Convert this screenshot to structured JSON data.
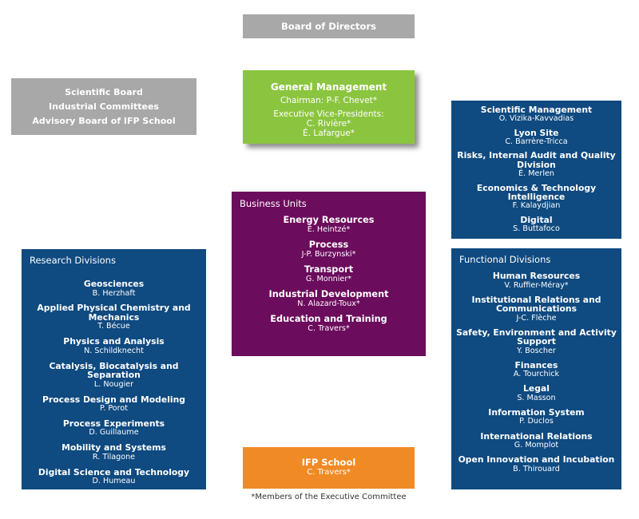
{
  "colors": {
    "gray": "#a8a8a8",
    "green": "#8bc53f",
    "purple": "#6b0c5c",
    "navy": "#0f4a80",
    "orange": "#f08a24"
  },
  "board": {
    "label": "Board of Directors"
  },
  "left_committees": {
    "lines": [
      "Scientific Board",
      "Industrial Committees",
      "Advisory Board of IFP School"
    ]
  },
  "general_management": {
    "title": "General Management",
    "chairman": "Chairman: P-F. Chevet*",
    "evp_label": "Executive Vice-Presidents:",
    "evp_1": "C. Rivière*",
    "evp_2": "É. Lafargue*"
  },
  "business_units": {
    "heading": "Business Units",
    "entries": [
      {
        "title": "Energy Resources",
        "person": "É. Heintzé*"
      },
      {
        "title": "Process",
        "person": "J-P. Burzynski*"
      },
      {
        "title": "Transport",
        "person": "G. Monnier*"
      },
      {
        "title": "Industrial Development",
        "person": "N. Alazard-Toux*"
      },
      {
        "title": "Education and Training",
        "person": "C. Travers*"
      }
    ]
  },
  "research_divisions": {
    "heading": "Research Divisions",
    "entries": [
      {
        "title": "Geosciences",
        "person": "B. Herzhaft"
      },
      {
        "title": "Applied Physical Chemistry and Mechanics",
        "person": "T. Bécue"
      },
      {
        "title": "Physics and Analysis",
        "person": "N. Schildknecht"
      },
      {
        "title": "Catalysis, Biocatalysis and Separation",
        "person": "L. Nougier"
      },
      {
        "title": "Process Design and Modeling",
        "person": "P. Porot"
      },
      {
        "title": "Process Experiments",
        "person": "D. Guillaume"
      },
      {
        "title": "Mobility and Systems",
        "person": "R. Tilagone"
      },
      {
        "title": "Digital Science and Technology",
        "person": "D. Humeau"
      }
    ]
  },
  "functional_divisions": {
    "heading": "Functional Divisions",
    "entries": [
      {
        "title": "Human Resources",
        "person": "V. Ruffier-Méray*"
      },
      {
        "title": "Institutional Relations and Communications",
        "person": "J-C. Flèche"
      },
      {
        "title": "Safety, Environment and Activity Support",
        "person": "Y. Boscher"
      },
      {
        "title": "Finances",
        "person": "A. Tourchick"
      },
      {
        "title": "Legal",
        "person": "S. Masson"
      },
      {
        "title": "Information System",
        "person": "P. Duclos"
      },
      {
        "title": "International Relations",
        "person": "G. Momplot"
      },
      {
        "title": "Open Innovation and Incubation",
        "person": "B. Thirouard"
      }
    ]
  },
  "management_group": {
    "entries": [
      {
        "title": "Scientific Management",
        "person": "O. Vizika-Kavvadias"
      },
      {
        "title": "Lyon Site",
        "person": "C. Barrère-Tricca"
      },
      {
        "title": "Risks, Internal Audit and Quality Division",
        "person": "É. Merlen"
      },
      {
        "title": "Economics & Technology Intelligence",
        "person": "F. Kalaydjian"
      },
      {
        "title": "Digital",
        "person": "S. Buttafoco"
      }
    ]
  },
  "ifp_school": {
    "title": "IFP School",
    "person": "C. Travers*"
  },
  "footnote": "*Members of the Executive Committee"
}
